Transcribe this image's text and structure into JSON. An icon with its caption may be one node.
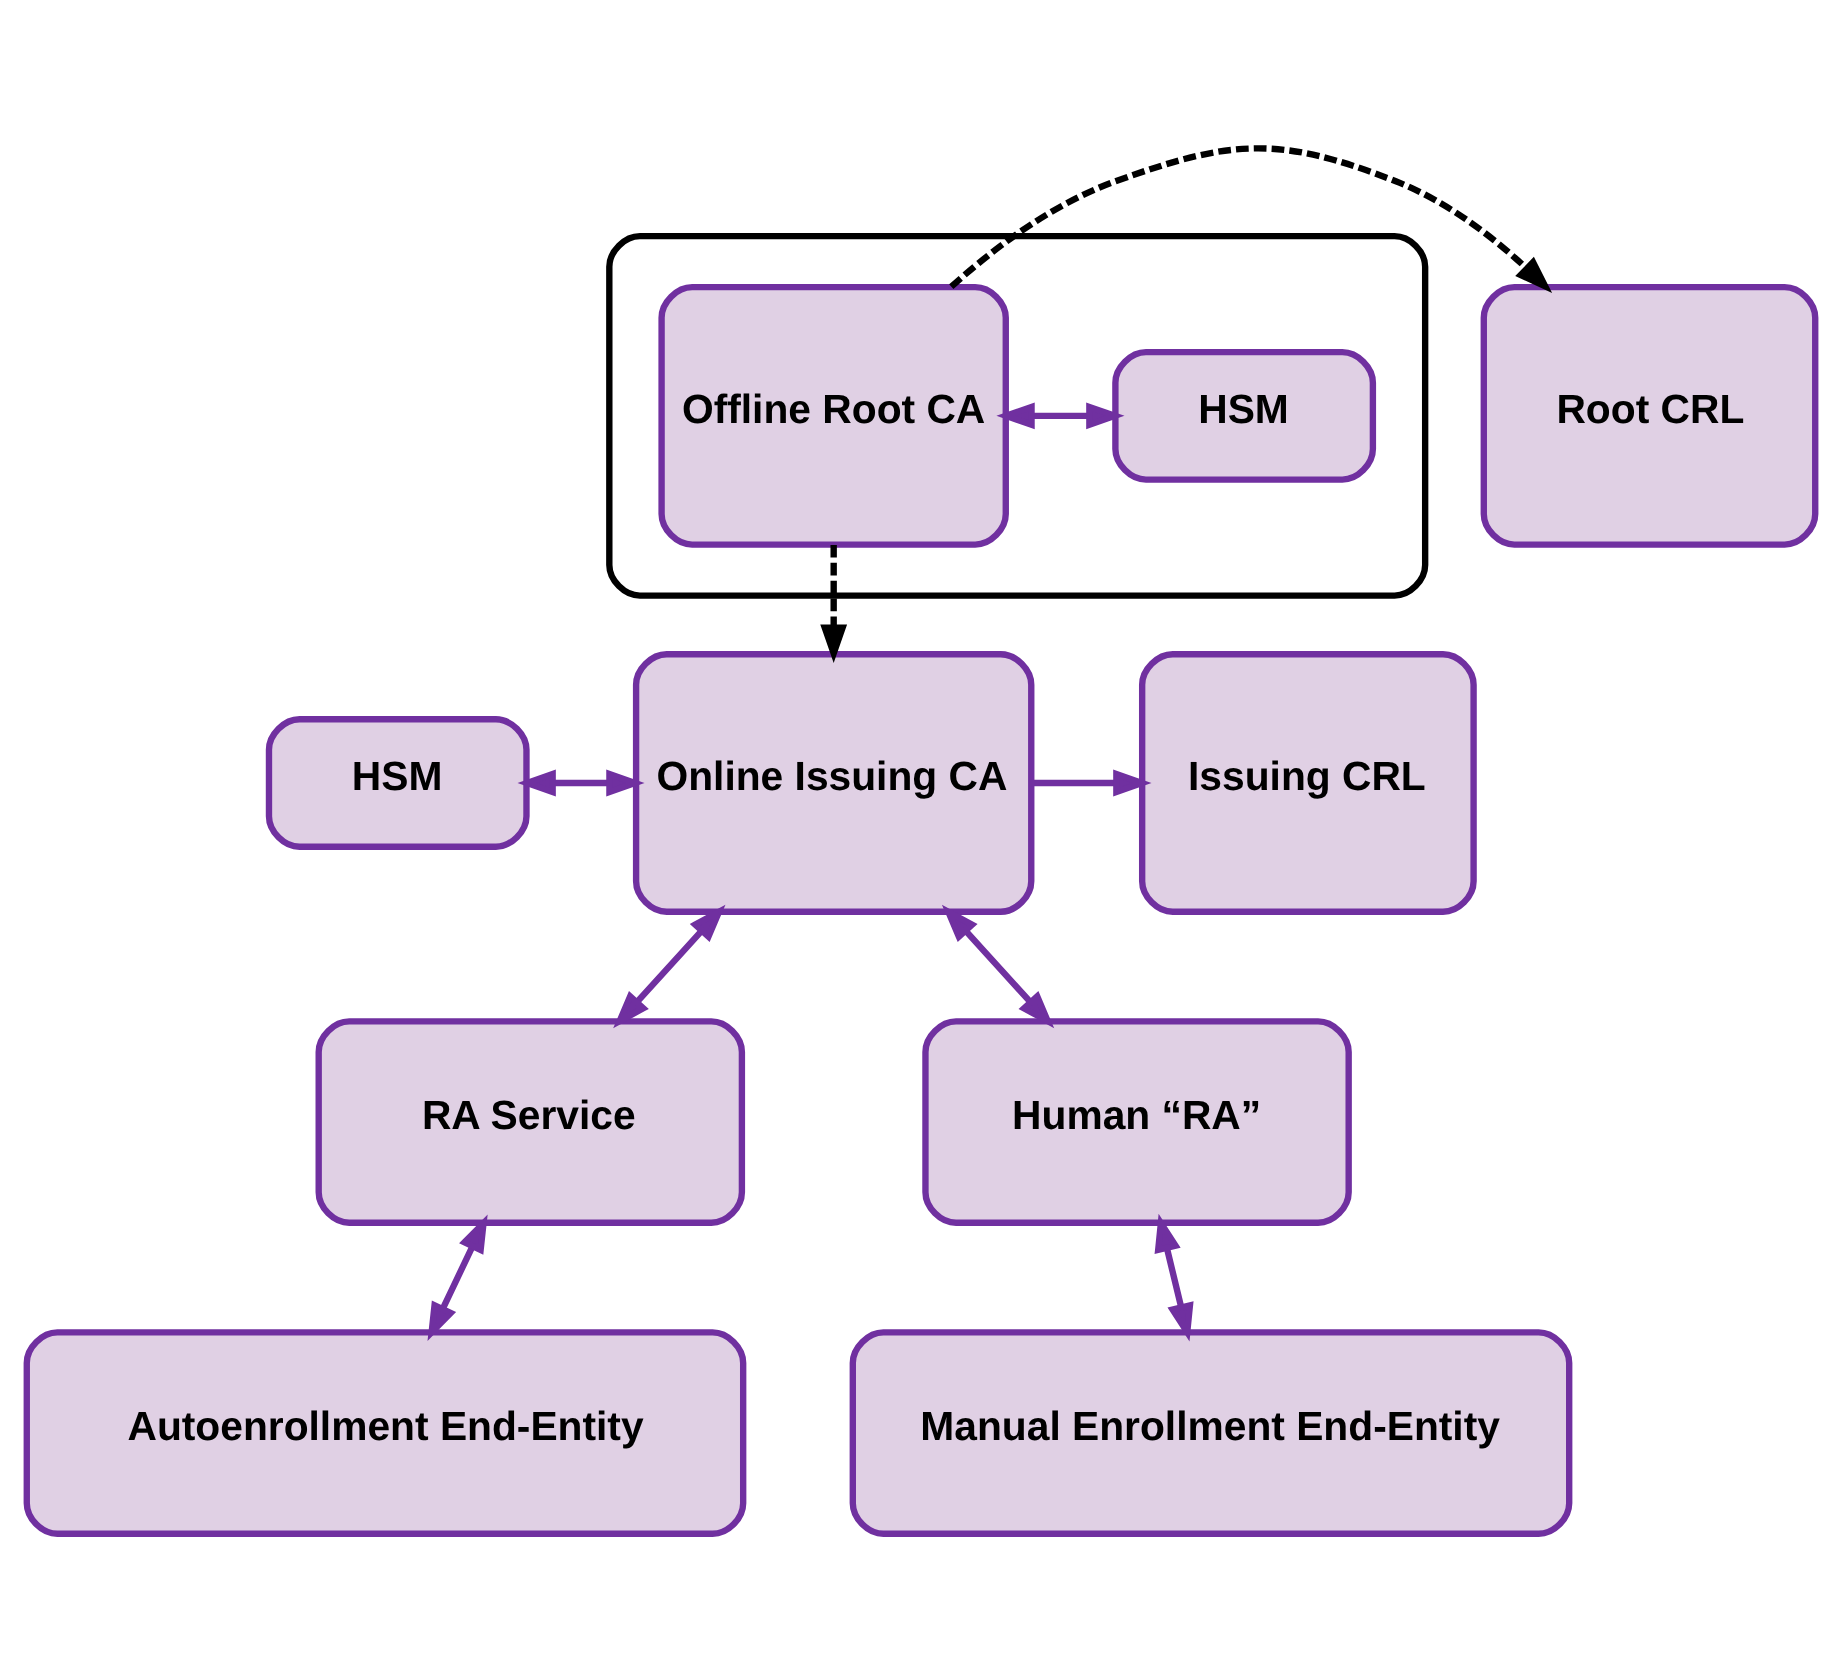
{
  "diagram": {
    "nodes": [
      {
        "text": [],
        "shape": "box"
      },
      {
        "text": [
          "HSM"
        ],
        "in": 0
      },
      {
        "text": [
          "Offline Root CA"
        ],
        "in": 0
      },
      {
        "text": [
          "Root CRL"
        ]
      },
      {
        "text": [
          "HSM"
        ]
      },
      {
        "text": [
          "Online Issuing CA"
        ]
      },
      {
        "text": [
          "Issuing CRL"
        ]
      },
      {
        "text": [
          "RA Service"
        ]
      },
      {
        "text": [
          "Human “RA”"
        ]
      },
      {
        "text": [
          "Autoenrollment End-Entity"
        ]
      },
      {
        "text": [
          "Manual Enrollment End-Entity"
        ]
      }
    ],
    "edges": [
      {
        "from": 1,
        "to": 2,
        "arrow": "both"
      },
      {
        "from": 2,
        "to": 3,
        "arrow": "to",
        "style": "dashed",
        "color": "#000000"
      },
      {
        "from": 2,
        "to": 5,
        "arrow": "to",
        "style": "dashed",
        "color": "#000000"
      },
      {
        "from": 4,
        "to": 5,
        "arrow": "both"
      },
      {
        "from": 5,
        "to": 6,
        "arrow": "to"
      },
      {
        "from": 5,
        "to": 7,
        "arrow": "both"
      },
      {
        "from": 5,
        "to": 8,
        "arrow": "both"
      },
      {
        "from": 7,
        "to": 9,
        "arrow": "both"
      },
      {
        "from": 8,
        "to": 10,
        "arrow": "both"
      }
    ]
  }
}
